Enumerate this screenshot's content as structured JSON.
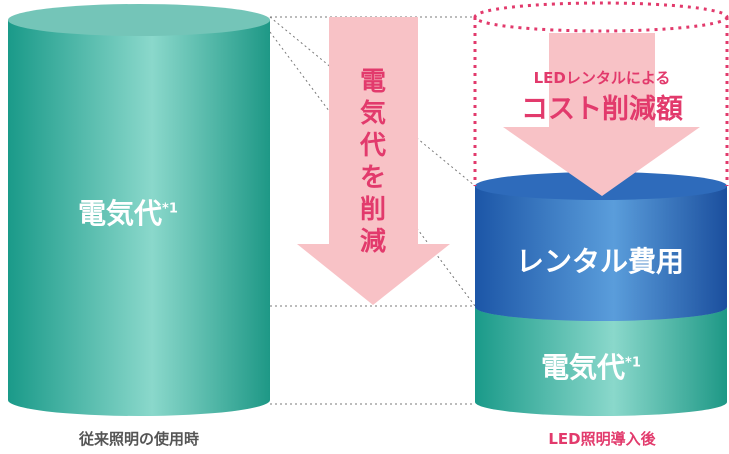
{
  "left_cylinder": {
    "label": "電気代",
    "mark": "*1",
    "caption": "従来照明の使用時"
  },
  "reduction_arrow": {
    "text": "電気代を削減"
  },
  "right_stack": {
    "top_segment": {
      "label": "レンタル費用"
    },
    "bottom_segment": {
      "label": "電気代",
      "mark": "*1"
    },
    "caption": "LED照明導入後"
  },
  "savings": {
    "line1": "LEDレンタルによる",
    "line2": "コスト削減額"
  },
  "colors": {
    "teal_light": "#86d6c9",
    "teal_dark": "#1e9d8d",
    "blue_light": "#4f93d3",
    "blue_dark": "#1d57a8",
    "arrow": "#f8c2c6",
    "accent": "#e23a6c",
    "caption_gray": "#555555"
  }
}
